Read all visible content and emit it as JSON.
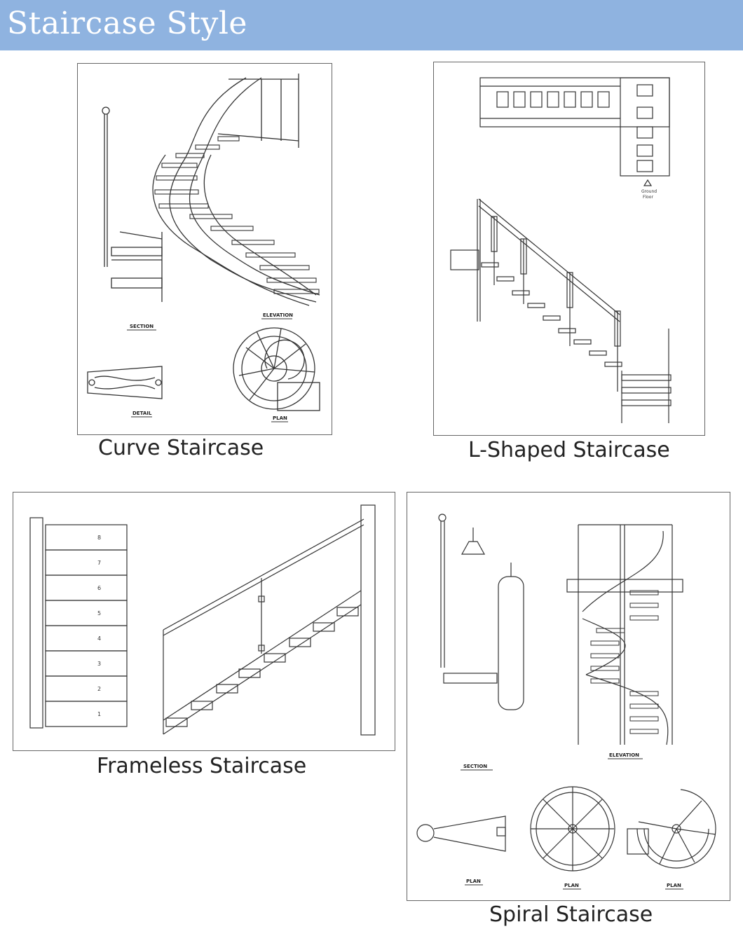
{
  "header": {
    "title": "Staircase Style",
    "background": "#8fb3e0"
  },
  "panels": [
    {
      "caption": "Curve Staircase",
      "labels": {
        "section": "SECTION",
        "elevation": "ELEVATION",
        "detail": "DETAIL",
        "plan": "PLAN"
      }
    },
    {
      "caption": "L-Shaped Staircase",
      "labels": {
        "ground": "Ground",
        "floor": "Floor"
      }
    },
    {
      "caption": "Frameless Staircase",
      "labels": {
        "step_numbers": [
          "8",
          "7",
          "6",
          "5",
          "4",
          "3",
          "2",
          "1"
        ]
      }
    },
    {
      "caption": "Spiral Staircase",
      "labels": {
        "section": "SECTION",
        "elevation": "ELEVATION",
        "plan1": "PLAN",
        "plan2": "PLAN",
        "plan3": "PLAN"
      }
    }
  ]
}
